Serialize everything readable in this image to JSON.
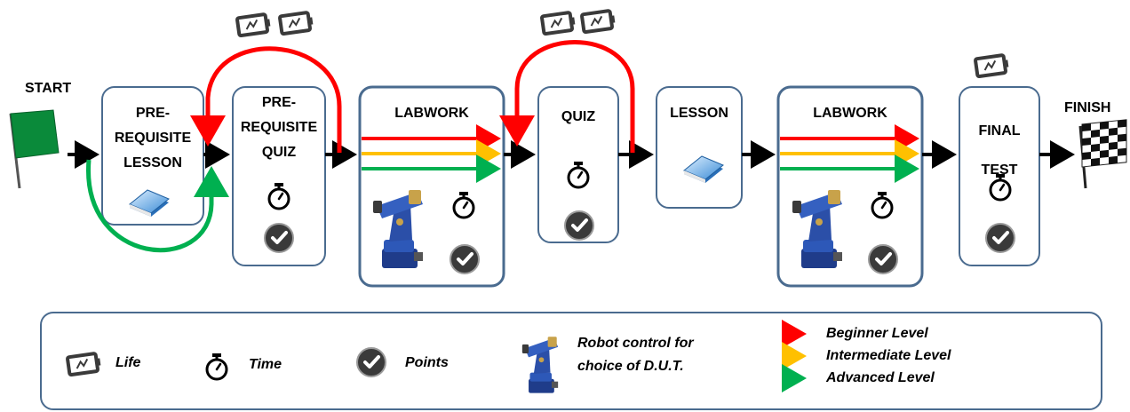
{
  "flow": {
    "start_label": "START",
    "finish_label": "FINISH",
    "stages": [
      {
        "id": "pre-lesson",
        "title_lines": [
          "PRE-",
          "REQUISITE",
          "LESSON"
        ],
        "has_lesson_book": true,
        "has_timer": false,
        "has_points": false,
        "has_robot": false
      },
      {
        "id": "pre-quiz",
        "title_lines": [
          "PRE-",
          "REQUISITE",
          "QUIZ"
        ],
        "has_lesson_book": false,
        "has_timer": true,
        "has_points": true,
        "has_robot": false
      },
      {
        "id": "labwork-1",
        "title_lines": [
          "LABWORK"
        ],
        "has_lesson_book": false,
        "has_timer": true,
        "has_points": true,
        "has_robot": true,
        "level_arrows": true
      },
      {
        "id": "quiz",
        "title_lines": [
          "QUIZ"
        ],
        "has_lesson_book": false,
        "has_timer": true,
        "has_points": true,
        "has_robot": false
      },
      {
        "id": "lesson",
        "title_lines": [
          "LESSON"
        ],
        "has_lesson_book": true,
        "has_timer": false,
        "has_points": false,
        "has_robot": false
      },
      {
        "id": "labwork-2",
        "title_lines": [
          "LABWORK"
        ],
        "has_lesson_book": false,
        "has_timer": true,
        "has_points": true,
        "has_robot": true,
        "level_arrows": true
      },
      {
        "id": "final-test",
        "title_lines": [
          "FINAL",
          "TEST"
        ],
        "has_lesson_book": false,
        "has_timer": true,
        "has_points": true,
        "has_robot": false
      }
    ],
    "life_groups": [
      {
        "near": "pre-quiz",
        "count": 2
      },
      {
        "near": "quiz",
        "count": 2
      },
      {
        "near": "final-test",
        "count": 1
      }
    ]
  },
  "legend": {
    "life": "Life",
    "time": "Time",
    "points": "Points",
    "robot_line1": "Robot control for",
    "robot_line2": "choice of D.U.T.",
    "beginner": "Beginner Level",
    "intermediate": "Intermediate Level",
    "advanced": "Advanced Level"
  },
  "colors": {
    "box_border": "#4a6b8f",
    "red": "#ff0000",
    "yellow": "#ffc000",
    "green": "#00b050",
    "black": "#000000",
    "flag_green": "#0a8a3a",
    "points_bg": "#3a3a3a",
    "robot_blue": "#1f3c8a"
  }
}
